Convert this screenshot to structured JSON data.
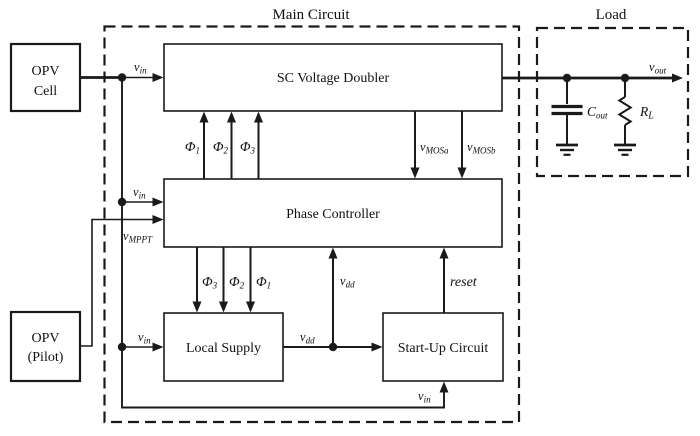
{
  "colors": {
    "ink": "#1a1a1a",
    "background": "#ffffff"
  },
  "titles": {
    "main_circuit": "Main Circuit",
    "load": "Load"
  },
  "blocks": {
    "opv_cell": {
      "line1": "OPV",
      "line2": "Cell"
    },
    "opv_pilot": {
      "line1": "OPV",
      "line2": "(Pilot)"
    },
    "sc_voltage_doubler": {
      "label": "SC Voltage Doubler"
    },
    "phase_controller": {
      "label": "Phase Controller"
    },
    "local_supply": {
      "label": "Local Supply"
    },
    "startup_circuit": {
      "label": "Start-Up Circuit"
    }
  },
  "signals": {
    "vin": {
      "main": "v",
      "sub": "in"
    },
    "vmppt": {
      "main": "v",
      "sub": "MPPT"
    },
    "vout": {
      "main": "v",
      "sub": "out"
    },
    "vmosa": {
      "main": "v",
      "sub": "MOSa"
    },
    "vmosb": {
      "main": "v",
      "sub": "MOSb"
    },
    "vdd": {
      "main": "v",
      "sub": "dd"
    },
    "phi1": {
      "main": "Φ",
      "sub": "1"
    },
    "phi2": {
      "main": "Φ",
      "sub": "2"
    },
    "phi3": {
      "main": "Φ",
      "sub": "3"
    },
    "reset": {
      "label": "reset"
    }
  },
  "components": {
    "cout": {
      "main": "C",
      "sub": "out"
    },
    "rl": {
      "main": "R",
      "sub": "L"
    }
  }
}
